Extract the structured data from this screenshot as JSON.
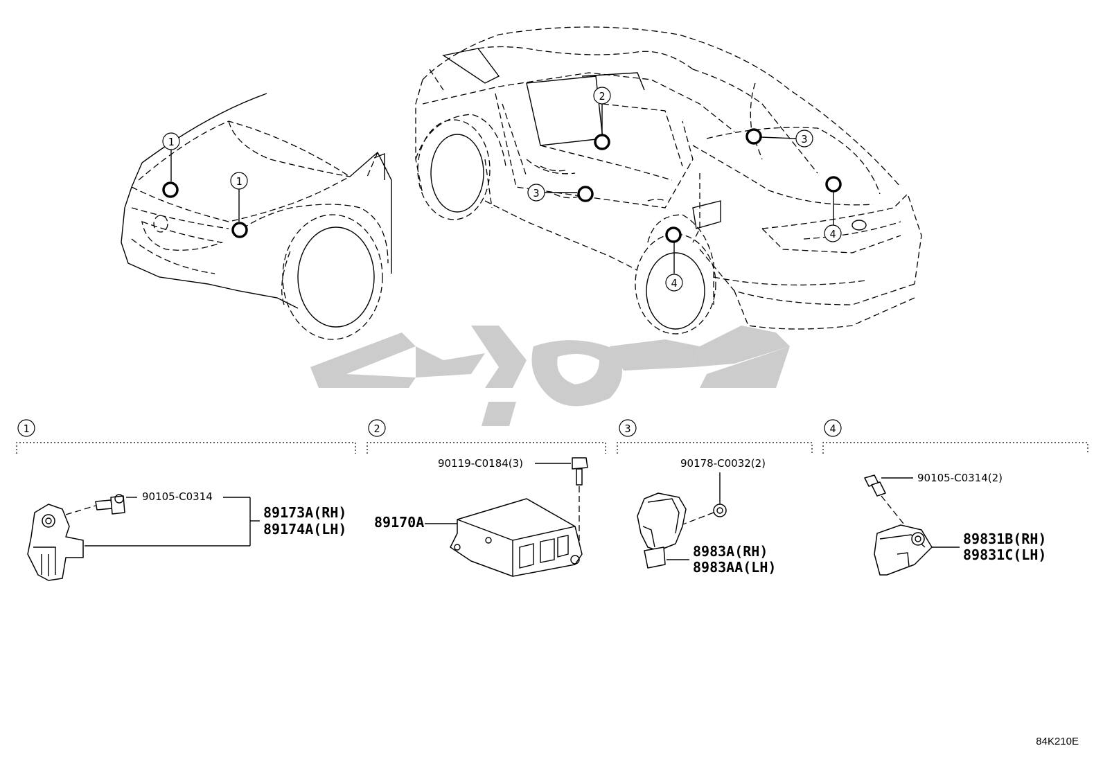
{
  "views": {
    "front": {
      "callouts": [
        "1",
        "1"
      ]
    },
    "interior": {
      "callouts": [
        "2",
        "3",
        "3",
        "4",
        "4"
      ]
    }
  },
  "sections": [
    {
      "number": "1",
      "parts": [
        "90105-C0314",
        "89173A(RH)",
        "89174A(LH)"
      ]
    },
    {
      "number": "2",
      "parts": [
        "90119-C0184(3)",
        "89170A"
      ]
    },
    {
      "number": "3",
      "parts": [
        "90178-C0032(2)",
        "8983A(RH)",
        "8983AA(LH)"
      ]
    },
    {
      "number": "4",
      "parts": [
        "90105-C0314(2)",
        "89831B(RH)",
        "89831C(LH)"
      ]
    }
  ],
  "diagram_code": "84K210E",
  "watermark": {
    "color": "#cccccc"
  }
}
